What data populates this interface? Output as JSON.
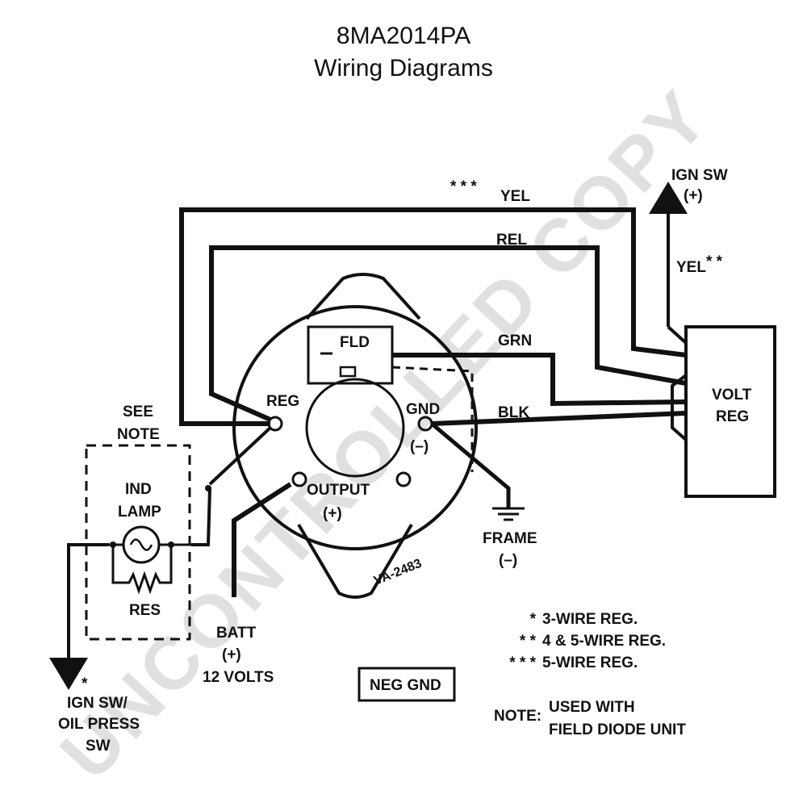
{
  "header": {
    "part_number": "8MA2014PA",
    "title": "Wiring Diagrams"
  },
  "watermark": "UNCONTROLLED COPY",
  "wires": {
    "yel_top": "YEL",
    "yel_top_stars": "* * *",
    "red": "REL",
    "grn": "GRN",
    "blk": "BLK",
    "yel_right": "YEL",
    "yel_right_stars": "* *"
  },
  "alternator": {
    "fld": "FLD",
    "reg": "REG",
    "gnd": "GND",
    "gnd_sign": "(–)",
    "output": "OUTPUT",
    "output_sign": "(+)",
    "stamp": "VA-2483"
  },
  "volt_reg": {
    "line1": "VOLT",
    "line2": "REG"
  },
  "ign_sw_top": {
    "line1": "IGN SW",
    "line2": "(+)"
  },
  "see_note": {
    "line1": "SEE",
    "line2": "NOTE"
  },
  "ind_lamp": {
    "line1": "IND",
    "line2": "LAMP",
    "res": "RES"
  },
  "frame": {
    "line1": "FRAME",
    "line2": "(–)"
  },
  "batt": {
    "line1": "BATT",
    "line2": "(+)",
    "line3": "12 VOLTS"
  },
  "ign_sw_bottom": {
    "star": "*",
    "line1": "IGN SW/",
    "line2": "OIL PRESS",
    "line3": "SW"
  },
  "neg_gnd": "NEG GND",
  "legend": [
    {
      "stars": "*",
      "text": "3-WIRE REG."
    },
    {
      "stars": "* *",
      "text": "4 & 5-WIRE REG."
    },
    {
      "stars": "* * *",
      "text": "5-WIRE REG."
    }
  ],
  "note": {
    "label": "NOTE:",
    "line1": "USED WITH",
    "line2": "FIELD DIODE UNIT"
  },
  "colors": {
    "ink": "#111111",
    "watermark": "#c8c8c8",
    "background": "#ffffff"
  }
}
